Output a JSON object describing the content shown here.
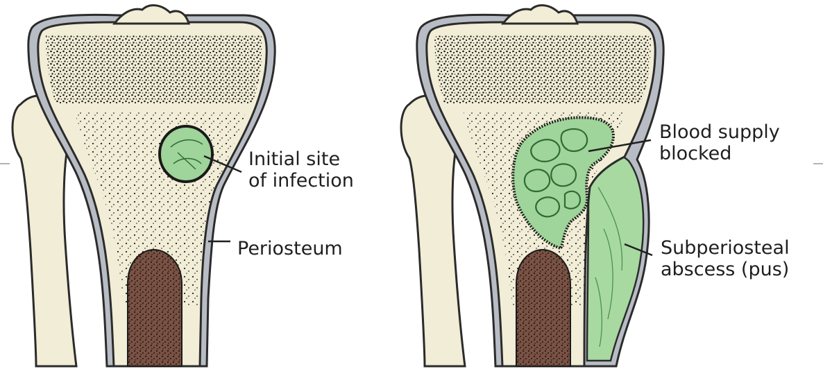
{
  "labels": {
    "initial_site_line1": "Initial site",
    "initial_site_line2": "of infection",
    "periosteum": "Periosteum",
    "blood_supply_line1": "Blood supply",
    "blood_supply_line2": "blocked",
    "abscess_line1": "Subperiosteal",
    "abscess_line2": "abscess (pus)"
  },
  "colors": {
    "bone": "#f1edd6",
    "cortex_outline": "#2b2b2b",
    "periosteum_gray": "#b8bcc4",
    "infection_green": "#9fd49a",
    "abscess_green": "#a7d9a0",
    "marrow_brown": "#6e4a3c",
    "speckle": "#222222"
  }
}
